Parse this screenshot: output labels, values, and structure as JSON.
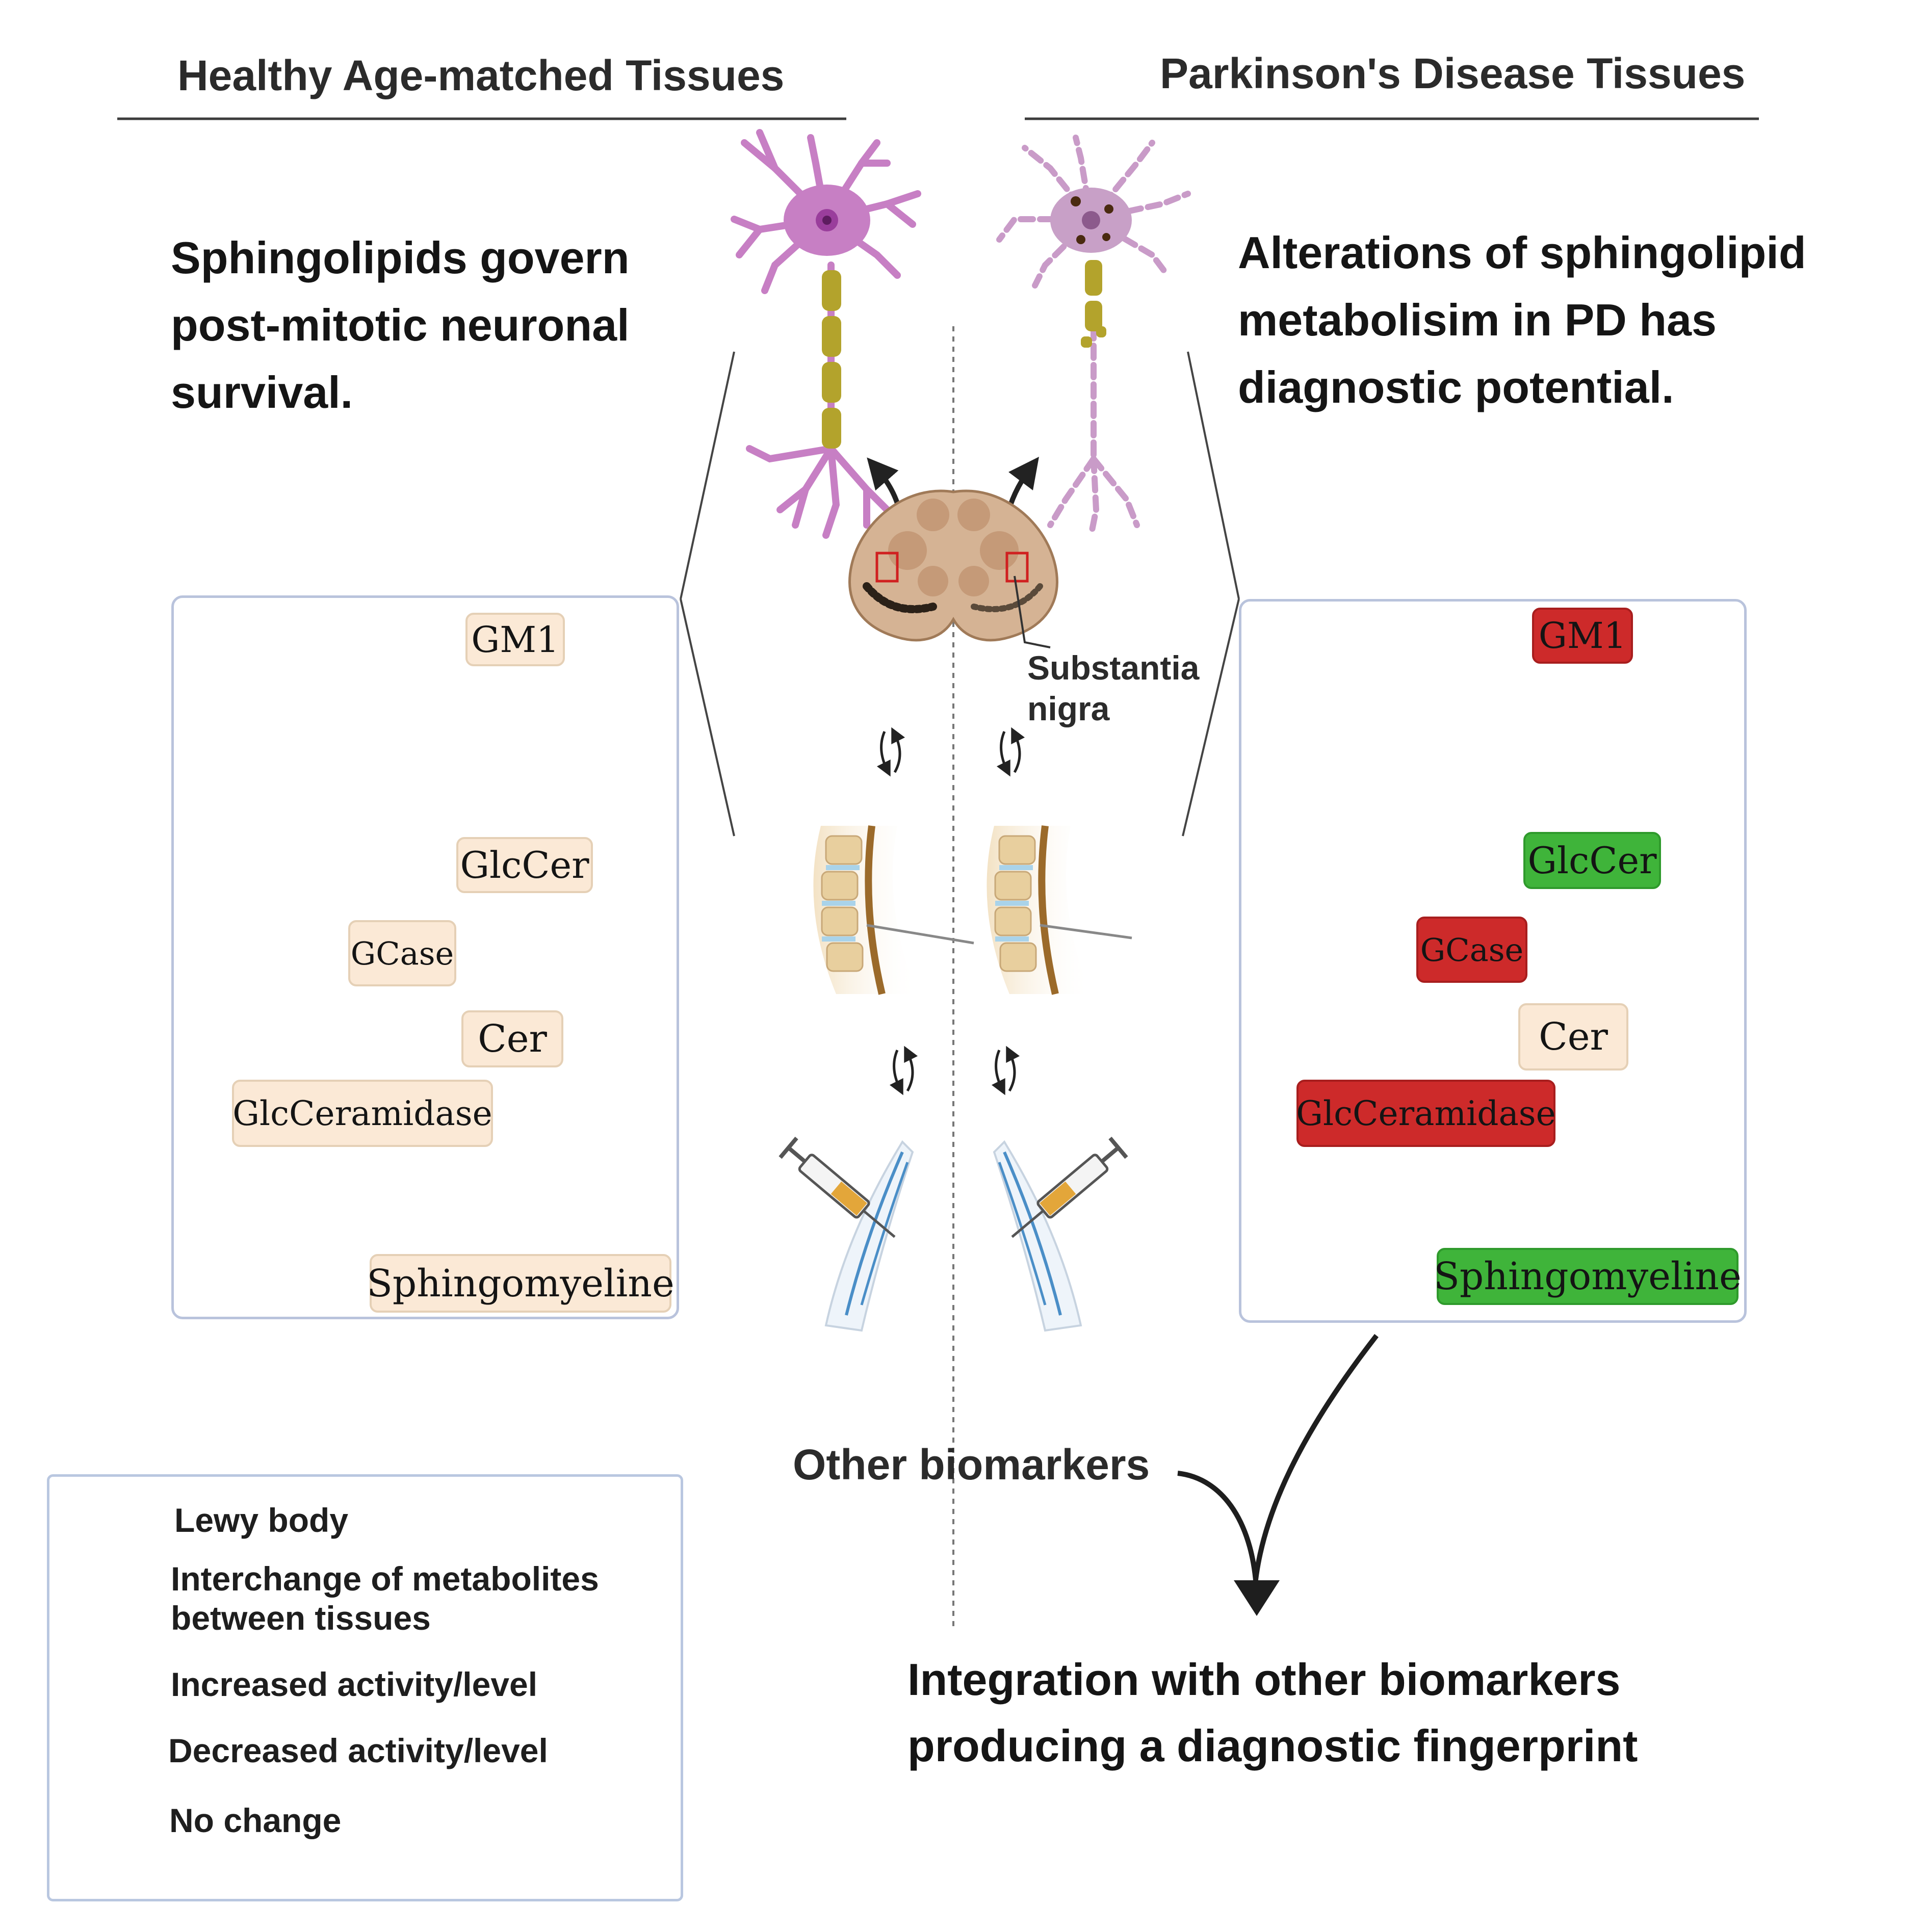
{
  "headers": {
    "left": "Healthy Age-matched Tissues",
    "right": "Parkinson's Disease Tissues"
  },
  "statements": {
    "left": "Sphingolipids govern post-mitotic neuronal survival.",
    "right": "Alterations of sphingolipid metabolisim in PD has diagnostic potential."
  },
  "labels": {
    "substantia_nigra": "Substantia nigra",
    "other_biomarkers": "Other biomarkers",
    "integration": "Integration with other biomarkers producing a diagnostic fingerprint"
  },
  "healthy_panel": {
    "gm1": "GM1",
    "glccer": "GlcCer",
    "gcase": "GCase",
    "cer": "Cer",
    "glcceramidase": "GlcCeramidase",
    "sphingomyeline": "Sphingomyeline"
  },
  "pd_panel": {
    "gm1": "GM1",
    "glccer": "GlcCer",
    "gcase": "GCase",
    "cer": "Cer",
    "glcceramidase": "GlcCeramidase",
    "sphingomyeline": "Sphingomyeline"
  },
  "legend": {
    "lewy": "Lewy body",
    "interchange_1": "Interchange of metabolites",
    "interchange_2": "between tissues",
    "increased": "Increased activity/level",
    "decreased": "Decreased activity/level",
    "nochange": "No change"
  },
  "colors": {
    "increased": "#3fb43a",
    "decreased": "#cd2a2a",
    "no_change": "#fbe9d6",
    "neuron": "#c77fc4",
    "myelin": "#b3a32c"
  }
}
